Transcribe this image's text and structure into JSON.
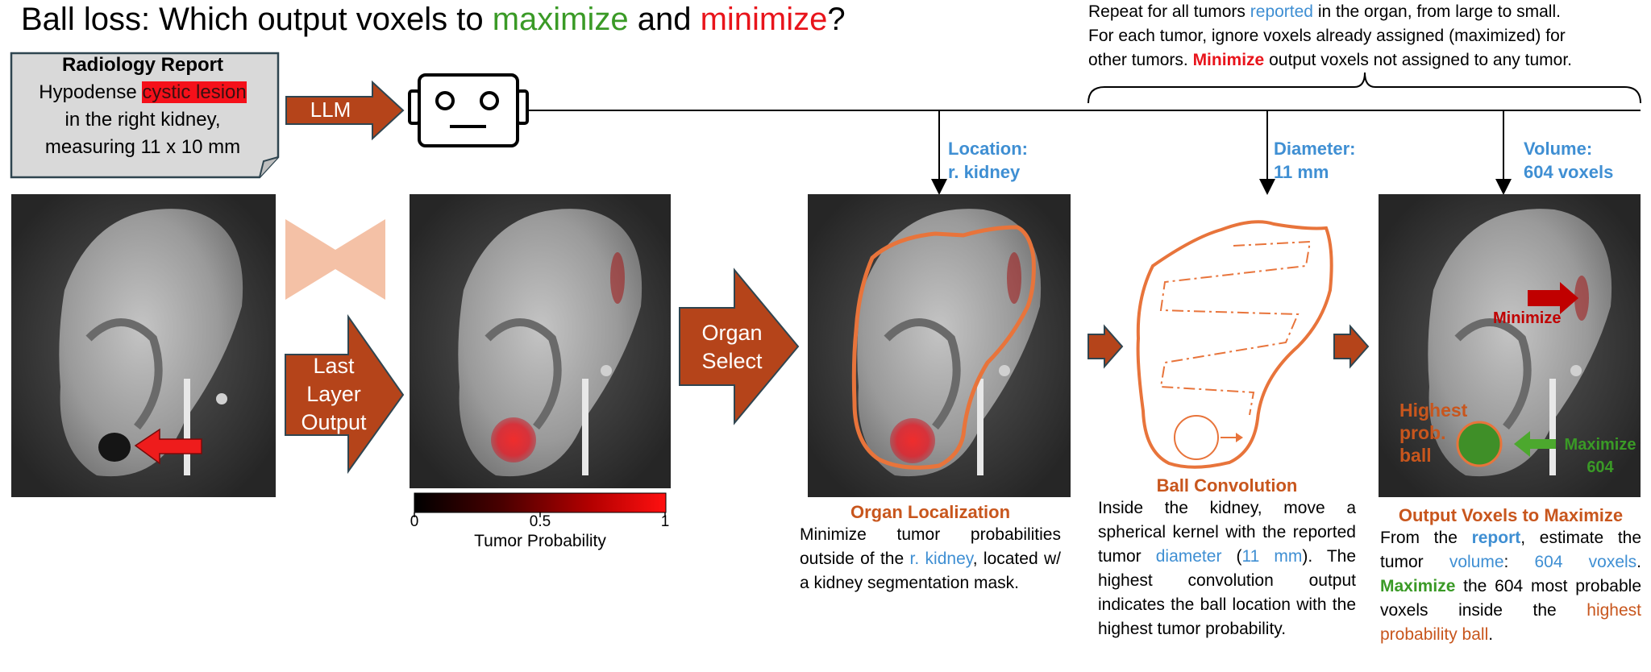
{
  "title": {
    "prefix": "Ball loss: Which output voxels to ",
    "maximize": "maximize",
    "middle": " and ",
    "minimize": "minimize",
    "suffix": "?"
  },
  "repeat_note": {
    "line1_a": "Repeat for all tumors ",
    "line1_reported": "reported",
    "line1_b": " in the organ, from large to small.",
    "line2": "For each tumor, ignore voxels already assigned (maximized) for",
    "line3_a": "other tumors. ",
    "line3_minimize": "Minimize",
    "line3_b": " output voxels not assigned to any tumor."
  },
  "report": {
    "title": "Radiology Report",
    "text_a": "Hypodense ",
    "highlight": "cystic lesion",
    "text_b": "in the right kidney,",
    "text_c": "measuring 11 x 10 mm"
  },
  "llm_label": "LLM",
  "arrows": {
    "last_layer": [
      "Last",
      "Layer",
      "Output"
    ],
    "organ_select": [
      "Organ",
      "Select"
    ]
  },
  "labels": {
    "location_title": "Location:",
    "location_value": "r. kidney",
    "diameter_title": "Diameter:",
    "diameter_value": "11 mm",
    "volume_title": "Volume:",
    "volume_value": "604 voxels"
  },
  "colorbar": {
    "ticks": [
      "0",
      "0.5",
      "1"
    ],
    "label": "Tumor Probability"
  },
  "organ_localization": {
    "title": "Organ Localization",
    "text_a": "Minimize tumor probabilities outside of the ",
    "text_blue": "r. kidney",
    "text_b": ", located w/ a kidney segmentation mask."
  },
  "ball_convolution": {
    "title": "Ball Convolution",
    "text_a": "Inside the kidney, move a spherical kernel with the reported tumor ",
    "text_blue": "diameter",
    "text_b": " (",
    "text_blue2": "11 mm",
    "text_c": "). The highest convolution output indicates the ball location with the highest tumor probability."
  },
  "output_voxels": {
    "title": "Output Voxels to Maximize",
    "text_a": "From the ",
    "report_word": "report",
    "text_b": ", estimate the tumor ",
    "volume_word": "volume",
    "text_c": ": ",
    "voxels_word": "604 voxels",
    "text_d": ". ",
    "maximize_word": "Maximize",
    "text_e": " the 604 most probable voxels inside the ",
    "ball_words": "highest probability ball",
    "text_f": "."
  },
  "annotations": {
    "minimize": "Minimize",
    "highest_prob_ball": [
      "Highest",
      "prob.",
      "ball"
    ],
    "maximize": "Maximize",
    "maximize_count": "604"
  },
  "colors": {
    "arrow_brown": "#b5441a",
    "contour_orange": "#e8743b",
    "label_blue": "#3f8fd3",
    "maximize_green": "#3a9a26",
    "minimize_red": "#e8141b"
  }
}
